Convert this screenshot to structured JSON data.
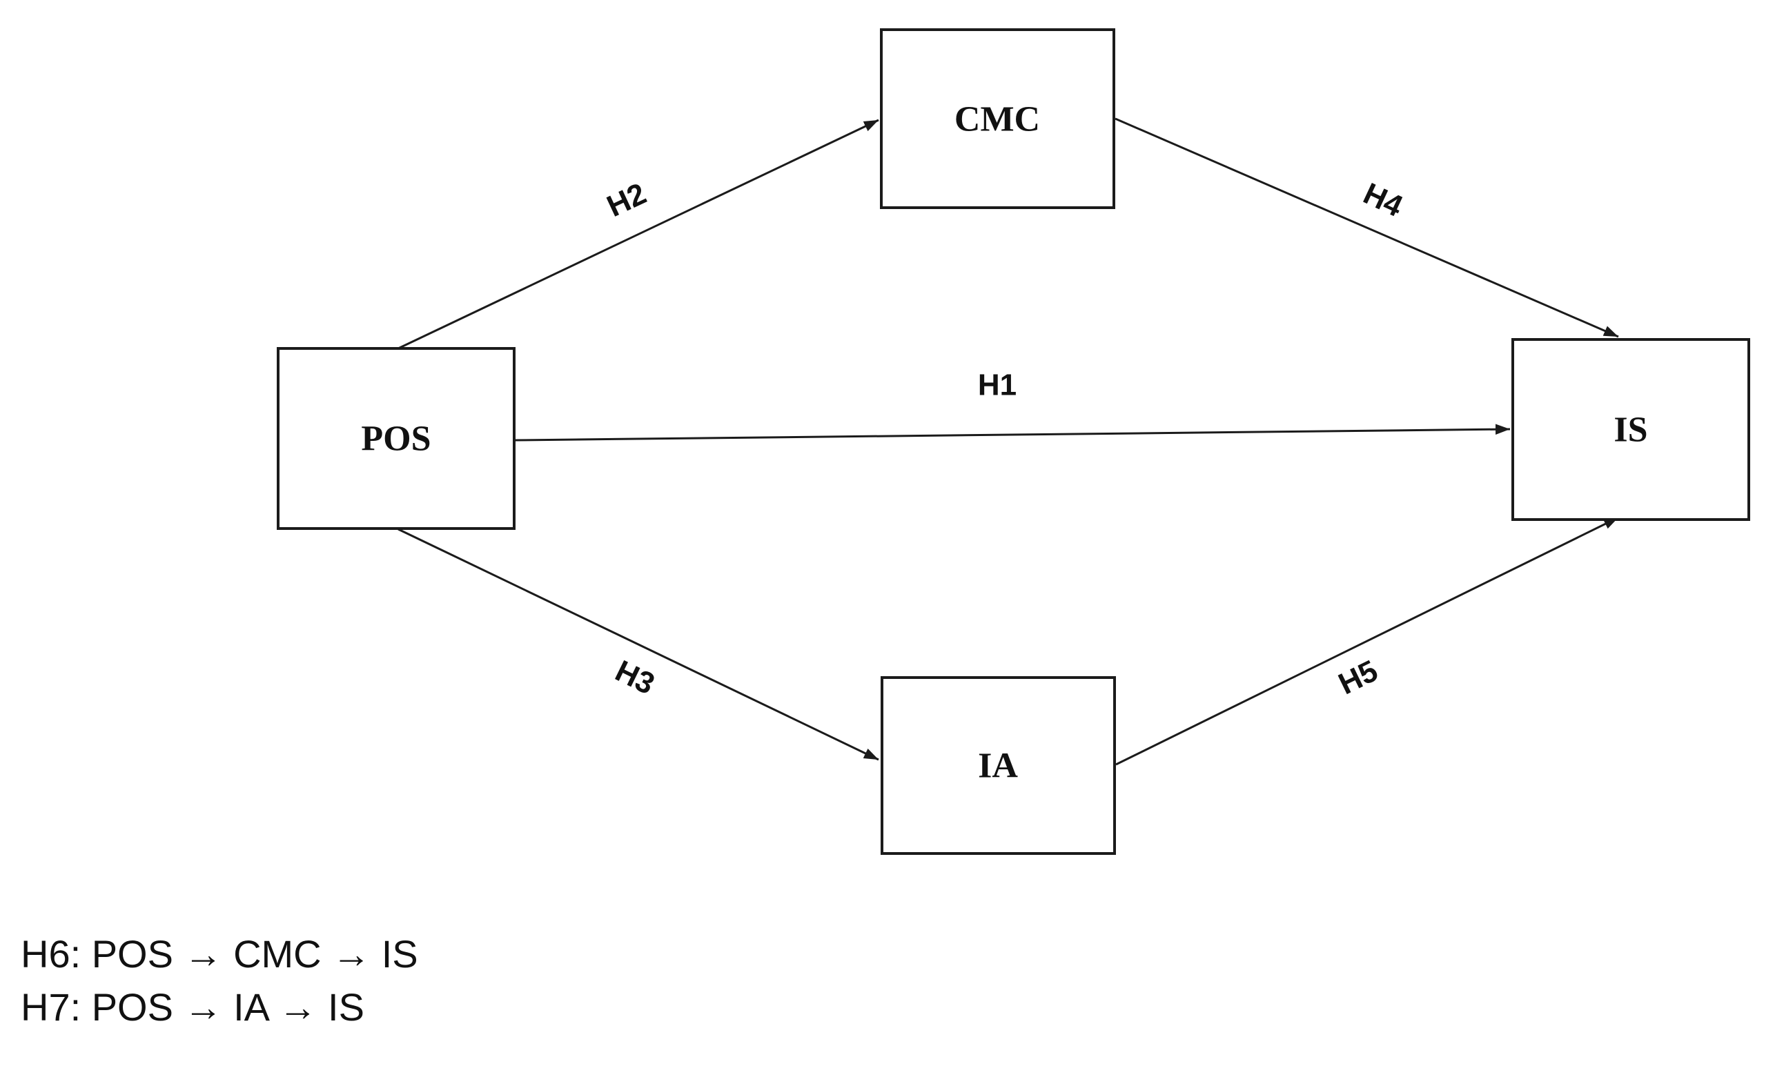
{
  "diagram": {
    "background_color": "#ffffff",
    "line_color": "#1b1b1b",
    "nodes": [
      {
        "id": "pos",
        "label": "POS"
      },
      {
        "id": "cmc",
        "label": "CMC"
      },
      {
        "id": "ia",
        "label": "IA"
      },
      {
        "id": "is",
        "label": "IS"
      }
    ],
    "edges": [
      {
        "id": "h1",
        "label": "H1",
        "from": "POS",
        "to": "IS"
      },
      {
        "id": "h2",
        "label": "H2",
        "from": "POS",
        "to": "CMC"
      },
      {
        "id": "h3",
        "label": "H3",
        "from": "POS",
        "to": "IA"
      },
      {
        "id": "h4",
        "label": "H4",
        "from": "CMC",
        "to": "IS"
      },
      {
        "id": "h5",
        "label": "H5",
        "from": "IA",
        "to": "IS"
      }
    ],
    "notes": [
      {
        "id": "h6",
        "text": "H6: POS → CMC → IS"
      },
      {
        "id": "h7",
        "text": "H7: POS → IA → IS"
      }
    ]
  }
}
